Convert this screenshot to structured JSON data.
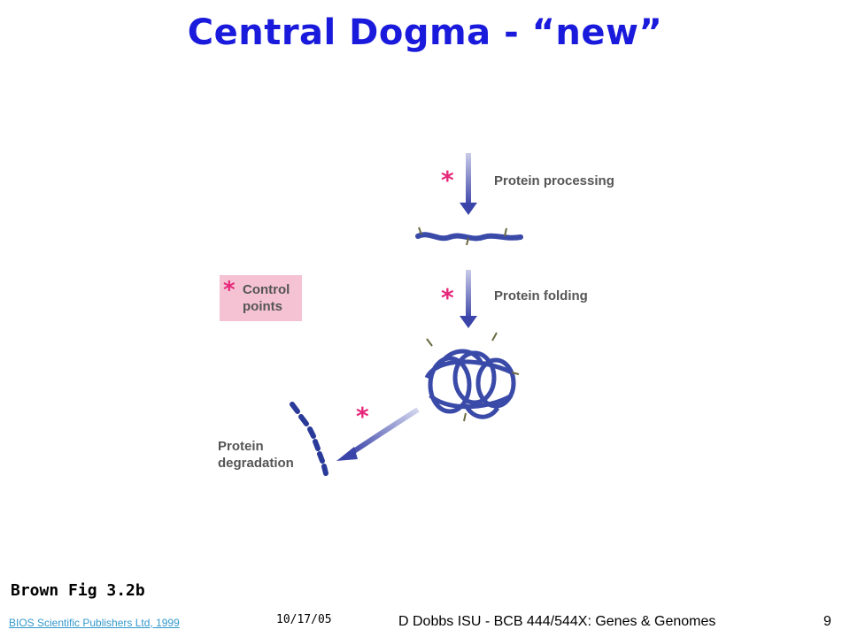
{
  "slide": {
    "title": "Central Dogma - “new”",
    "caption": "Brown Fig 3.2b"
  },
  "figure": {
    "steps": [
      {
        "label": "Protein processing"
      },
      {
        "label": "Protein folding"
      },
      {
        "label": "Protein degradation"
      }
    ],
    "legend": {
      "symbol": "*",
      "label": "Control points"
    },
    "control_marker": "*"
  },
  "footer": {
    "publisher": "BIOS Scientific Publishers Ltd, 1999",
    "date": "10/17/05",
    "course": "D Dobbs ISU - BCB 444/544X: Genes & Genomes",
    "page": "9"
  },
  "colors": {
    "title": "#1a1adc",
    "arrow": "#4a52b0",
    "protein": "#3a4aa8",
    "control_marker": "#e6287a",
    "legend_bg": "#f4c2d3"
  }
}
